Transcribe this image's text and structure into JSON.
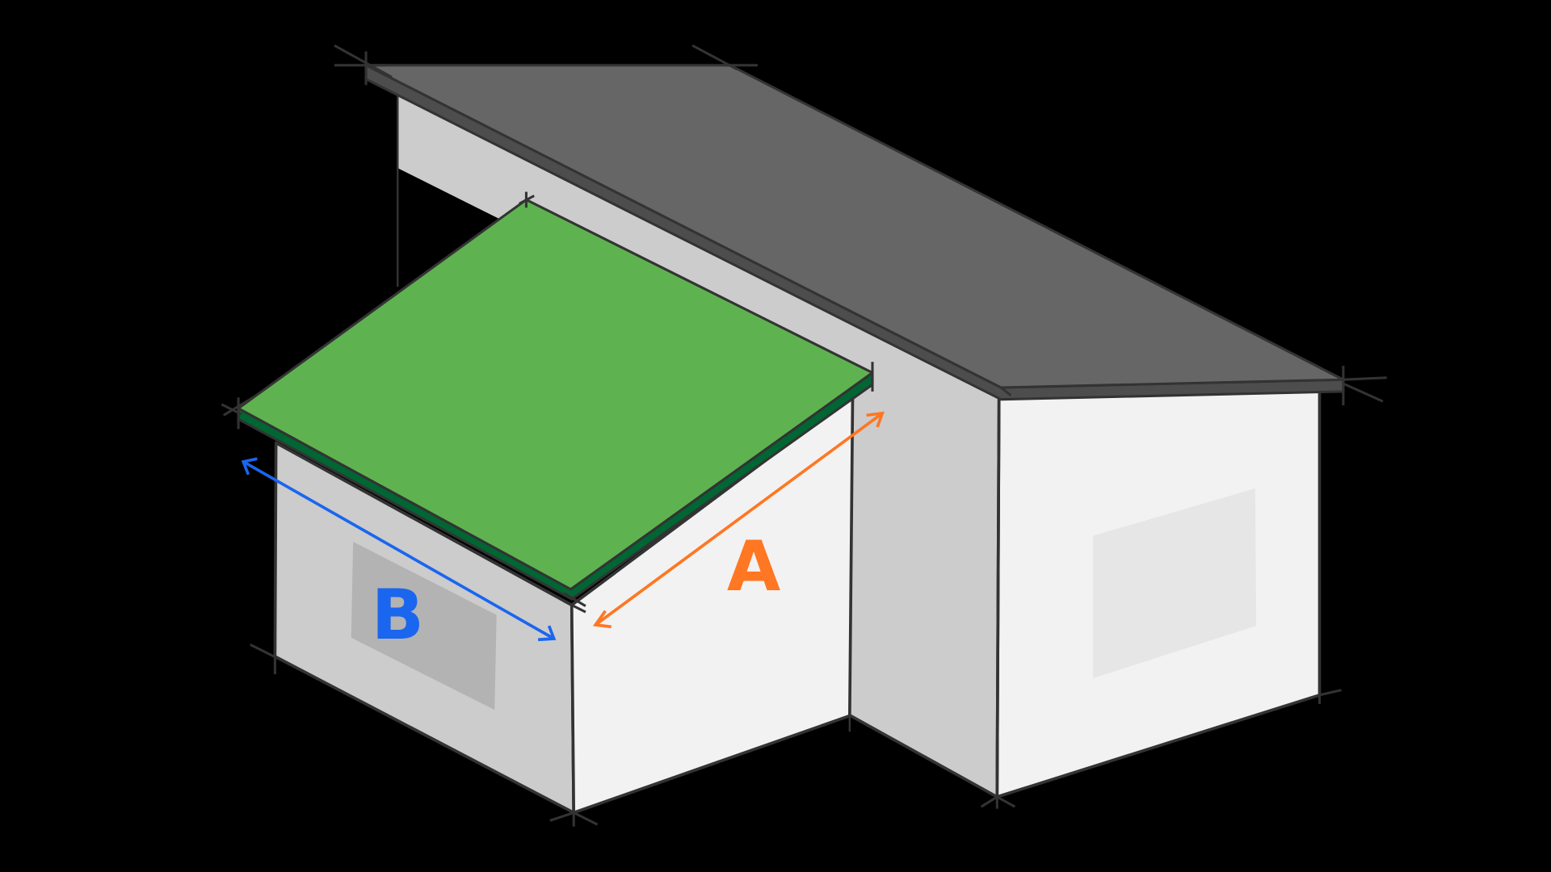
{
  "diagram": {
    "subject": "Isometric house with extension roof",
    "labels": {
      "a": "A",
      "b": "B"
    },
    "colors": {
      "background": "#000000",
      "main_roof": "#666666",
      "main_roof_fascia": "#4d4d4d",
      "outline": "#333333",
      "wall_shaded": "#cccccc",
      "wall_lit": "#f2f2f2",
      "window_shaded": "#b3b3b3",
      "window_lit": "#e6e6e6",
      "extension_roof": "#5eb350",
      "extension_roof_edge": "#006633",
      "dimension_a": "#ff7722",
      "dimension_b": "#1a66ee"
    }
  }
}
